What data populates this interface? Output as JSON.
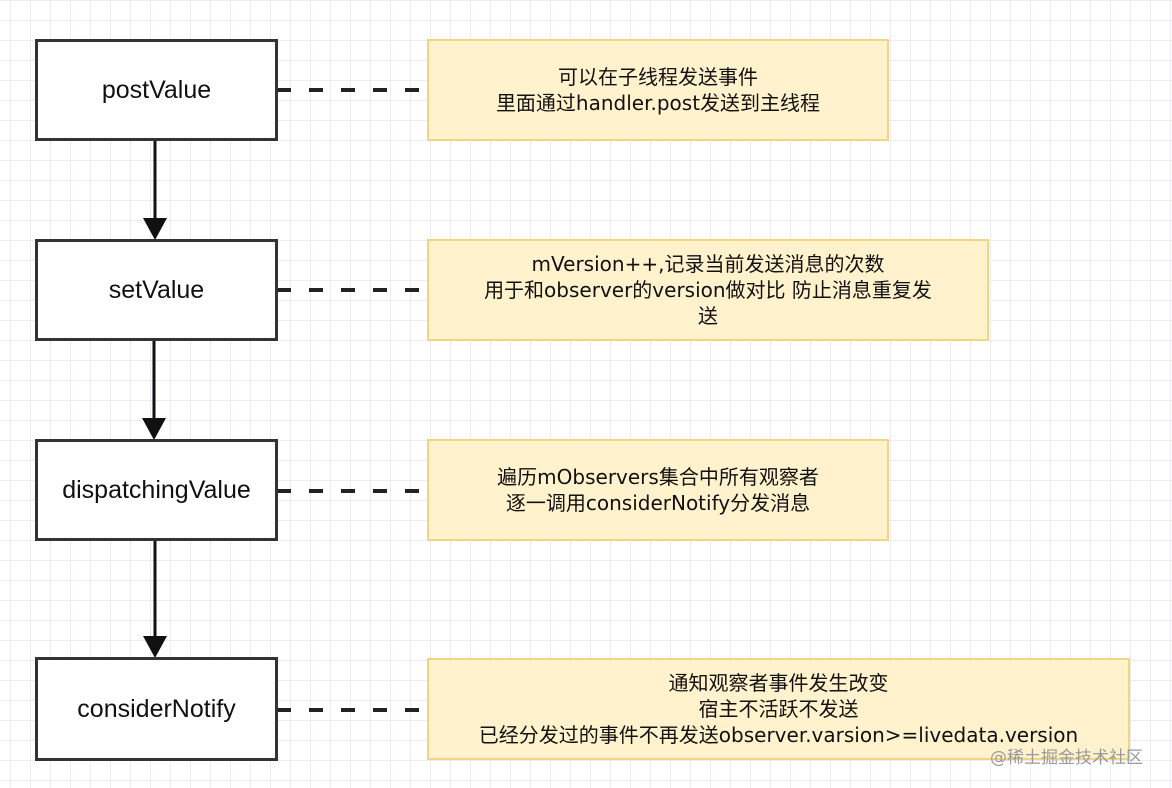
{
  "diagram": {
    "steps": [
      {
        "id": "postValue",
        "label": "postValue"
      },
      {
        "id": "setValue",
        "label": "setValue"
      },
      {
        "id": "dispatchingValue",
        "label": "dispatchingValue"
      },
      {
        "id": "considerNotify",
        "label": "considerNotify"
      }
    ],
    "notes": [
      {
        "step": "postValue",
        "lines": [
          "可以在子线程发送事件",
          "里面通过handler.post发送到主线程"
        ]
      },
      {
        "step": "setValue",
        "lines": [
          "mVersion++,记录当前发送消息的次数",
          "用于和observer的version做对比 防止消息重复发",
          "送"
        ]
      },
      {
        "step": "dispatchingValue",
        "lines": [
          "遍历mObservers集合中所有观察者",
          "逐一调用considerNotify分发消息"
        ]
      },
      {
        "step": "considerNotify",
        "lines": [
          "通知观察者事件发生改变",
          "宿主不活跃不发送",
          "已经分发过的事件不再发送observer.varsion>=livedata.version"
        ]
      }
    ],
    "edges": [
      {
        "from": "postValue",
        "to": "setValue",
        "style": "solid-arrow"
      },
      {
        "from": "setValue",
        "to": "dispatchingValue",
        "style": "solid-arrow"
      },
      {
        "from": "dispatchingValue",
        "to": "considerNotify",
        "style": "solid-arrow"
      },
      {
        "from": "postValue",
        "to": "note-0",
        "style": "dashed"
      },
      {
        "from": "setValue",
        "to": "note-1",
        "style": "dashed"
      },
      {
        "from": "dispatchingValue",
        "to": "note-2",
        "style": "dashed"
      },
      {
        "from": "considerNotify",
        "to": "note-3",
        "style": "dashed"
      }
    ],
    "colors": {
      "step_border": "#333333",
      "note_fill": "#fff2cc",
      "note_border": "#f2d580",
      "connector": "#111111"
    }
  },
  "watermark": "@稀土掘金技术社区"
}
